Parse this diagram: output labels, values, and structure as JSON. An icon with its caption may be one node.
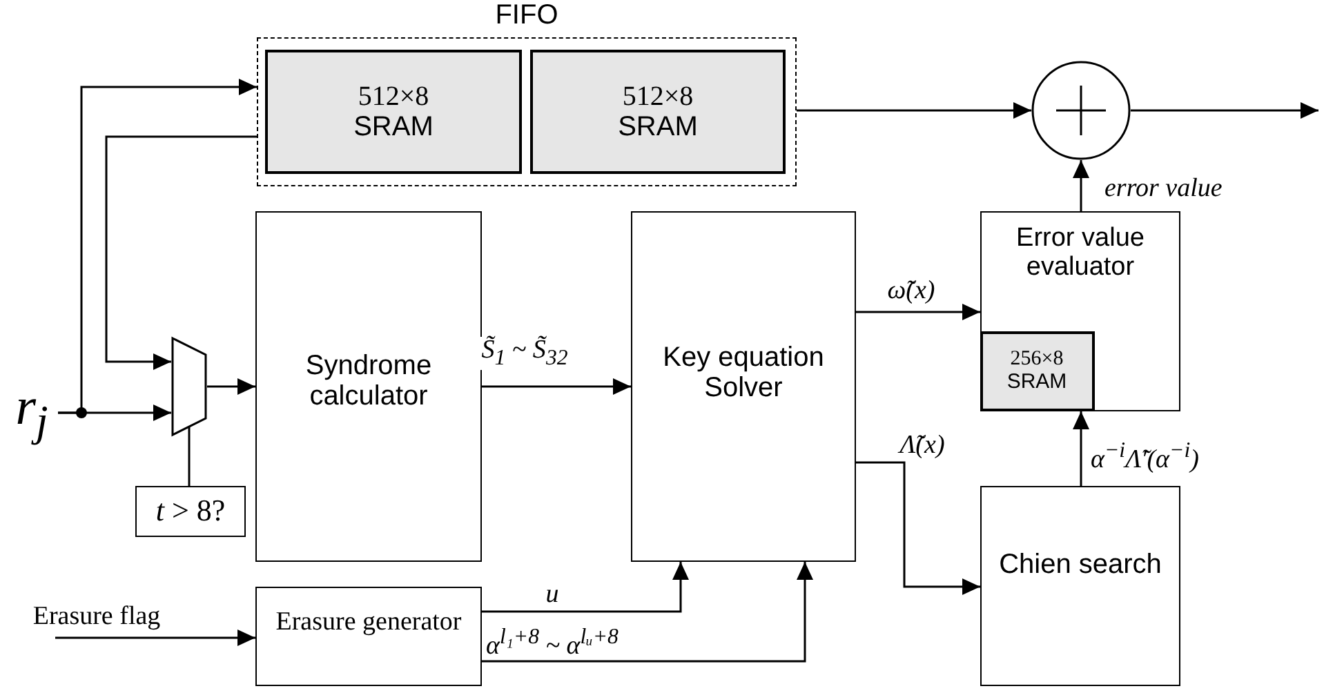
{
  "diagram": {
    "nodes": [
      {
        "text": [
          "FIFO"
        ]
      },
      {
        "text": [
          "512×8",
          "SRAM"
        ],
        "in": 0
      },
      {
        "text": [
          "512×8",
          "SRAM"
        ],
        "in": 0
      },
      {
        "text": [],
        "shape": "circle"
      },
      {
        "text": [
          "r$_{j}$"
        ]
      },
      {
        "text": [],
        "shape": "trapezoid"
      },
      {
        "text": [
          "*t* > 8?"
        ]
      },
      {
        "text": [
          "Syndrome calculator"
        ]
      },
      {
        "text": [
          "Key equation Solver"
        ]
      },
      {
        "text": [
          "Error value evaluator"
        ]
      },
      {
        "text": [
          "256×8",
          "SRAM"
        ],
        "in": 9
      },
      {
        "text": [
          "Chien search"
        ]
      },
      {
        "text": [
          "Erasure generator"
        ]
      },
      {
        "text": [
          "Erasure flag"
        ]
      }
    ],
    "edges": [
      {
        "from": 4,
        "to": 5,
        "arrow": "to"
      },
      {
        "from": 4,
        "to": 0,
        "arrow": "to"
      },
      {
        "from": 0,
        "to": 5,
        "arrow": "to"
      },
      {
        "from": 6,
        "to": 5,
        "arrow": "none"
      },
      {
        "from": 5,
        "to": 7,
        "arrow": "to"
      },
      {
        "from": 7,
        "to": 8,
        "arrow": "to",
        "label": "S̃$_{1}$ ~ S̃$_{32}$"
      },
      {
        "from": 8,
        "to": 9,
        "arrow": "to",
        "label": "ω̃(x)"
      },
      {
        "from": 8,
        "to": 11,
        "arrow": "to",
        "label": "Λ̃(x)"
      },
      {
        "from": 11,
        "to": 9,
        "arrow": "to",
        "label": "α$^{−i}$Λ̃′(α$^{−i}$)"
      },
      {
        "from": 9,
        "to": 3,
        "arrow": "to",
        "label": "error value"
      },
      {
        "from": 0,
        "to": 3,
        "arrow": "to"
      },
      {
        "from": 3,
        "to": null,
        "arrow": "to"
      },
      {
        "from": 13,
        "to": 12,
        "arrow": "to"
      },
      {
        "from": 12,
        "to": 8,
        "arrow": "to",
        "label": "u"
      },
      {
        "from": 12,
        "to": 8,
        "arrow": "to",
        "label": "α$^{l₁+8}$ ~ α$^{lᵤ+8}$"
      }
    ]
  }
}
